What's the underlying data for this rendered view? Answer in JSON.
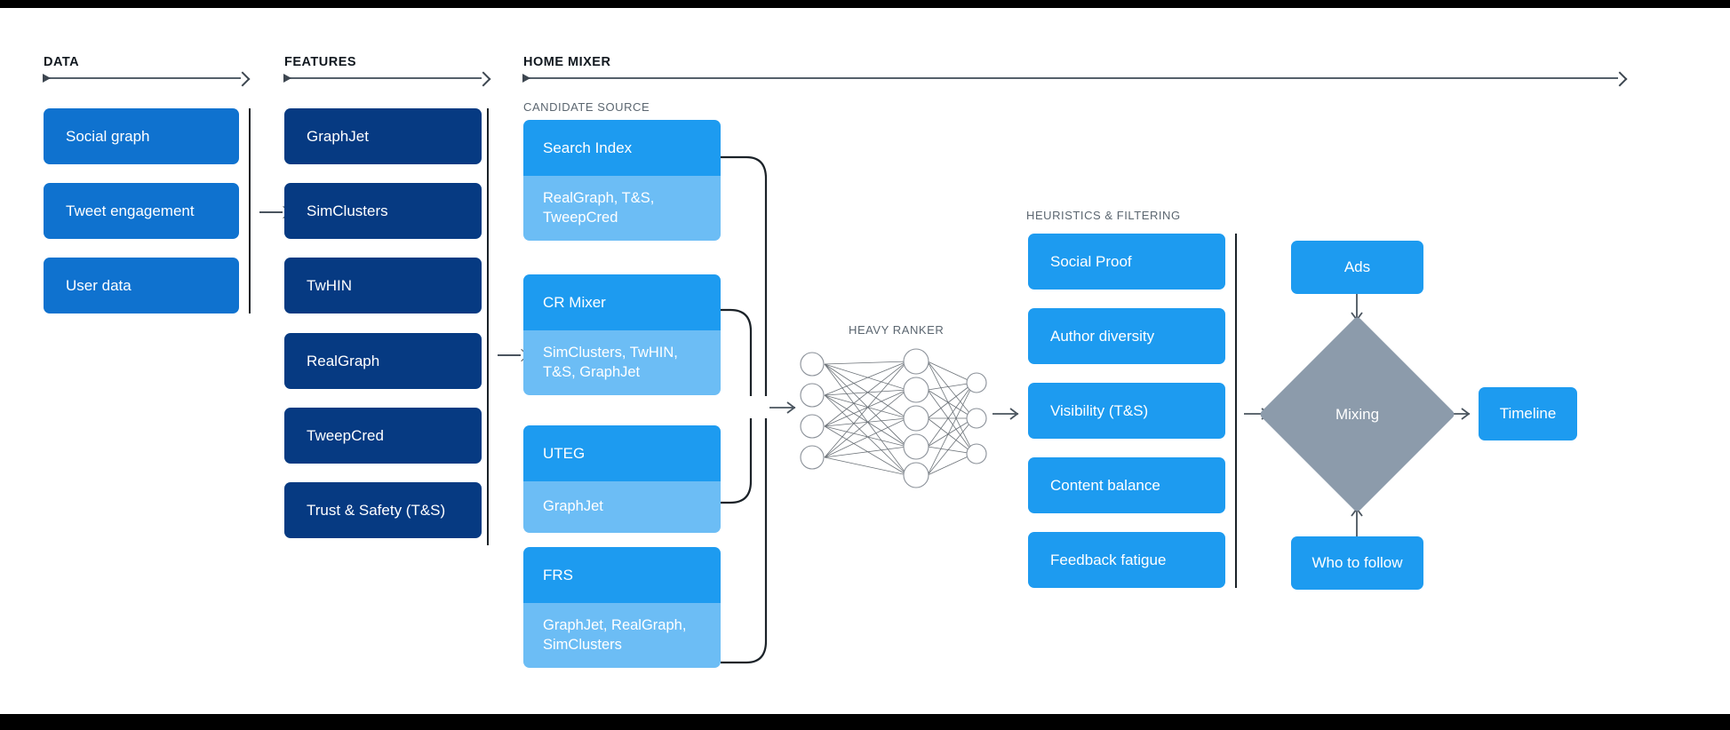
{
  "sections": {
    "data": {
      "title": "DATA"
    },
    "features": {
      "title": "FEATURES"
    },
    "home_mixer": {
      "title": "HOME MIXER"
    },
    "candidate_source": {
      "title": "CANDIDATE SOURCE"
    },
    "heavy_ranker": {
      "title": "HEAVY RANKER"
    },
    "heuristics": {
      "title": "HEURISTICS & FILTERING"
    }
  },
  "data_boxes": [
    {
      "label": "Social graph"
    },
    {
      "label": "Tweet engagement"
    },
    {
      "label": "User data"
    }
  ],
  "feature_boxes": [
    {
      "label": "GraphJet"
    },
    {
      "label": "SimClusters"
    },
    {
      "label": "TwHIN"
    },
    {
      "label": "RealGraph"
    },
    {
      "label": "TweepCred"
    },
    {
      "label": "Trust & Safety (T&S)"
    }
  ],
  "candidate_sources": [
    {
      "title": "Search Index",
      "detail": "RealGraph, T&S, TweepCred"
    },
    {
      "title": "CR Mixer",
      "detail": "SimClusters, TwHIN, T&S, GraphJet"
    },
    {
      "title": "UTEG",
      "detail": "GraphJet"
    },
    {
      "title": "FRS",
      "detail": "GraphJet, RealGraph, SimClusters"
    }
  ],
  "heuristics_boxes": [
    {
      "label": "Social Proof"
    },
    {
      "label": "Author diversity"
    },
    {
      "label": "Visibility (T&S)"
    },
    {
      "label": "Content balance"
    },
    {
      "label": "Feedback fatigue"
    }
  ],
  "outputs": {
    "ads": "Ads",
    "mixing": "Mixing",
    "timeline": "Timeline",
    "who_to_follow": "Who to follow"
  },
  "neural_net": {
    "input_nodes": 4,
    "hidden_nodes": 5,
    "output_nodes": 3
  },
  "colors": {
    "data_blue": "#0f72cf",
    "feature_navy": "#063a82",
    "bright_blue": "#1d9bf0",
    "light_blue": "#6cbdf5",
    "diamond_gray": "#8c9bab",
    "rule_gray": "#4a545e",
    "heading_dark": "#11181f",
    "subheading_gray": "#5b6670"
  }
}
